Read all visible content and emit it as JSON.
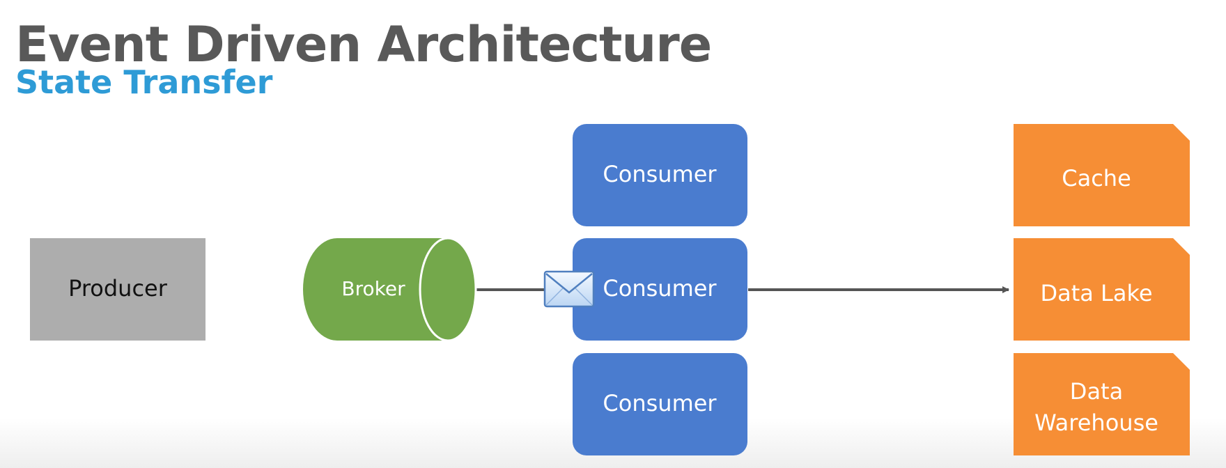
{
  "header": {
    "title": "Event Driven Architecture",
    "subtitle": "State Transfer"
  },
  "diagram": {
    "producer": {
      "label": "Producer",
      "color": "#adadad"
    },
    "broker": {
      "label": "Broker",
      "color": "#74a84b"
    },
    "consumers": [
      {
        "label": "Consumer"
      },
      {
        "label": "Consumer"
      },
      {
        "label": "Consumer"
      }
    ],
    "consumer_color": "#4a7ccf",
    "targets": [
      {
        "lines": [
          "Cache"
        ]
      },
      {
        "lines": [
          "Data Lake"
        ]
      },
      {
        "lines": [
          "Data",
          "Warehouse"
        ]
      }
    ],
    "target_color": "#f68e35",
    "message_icon": "envelope-icon",
    "arrow_color": "#555555"
  }
}
